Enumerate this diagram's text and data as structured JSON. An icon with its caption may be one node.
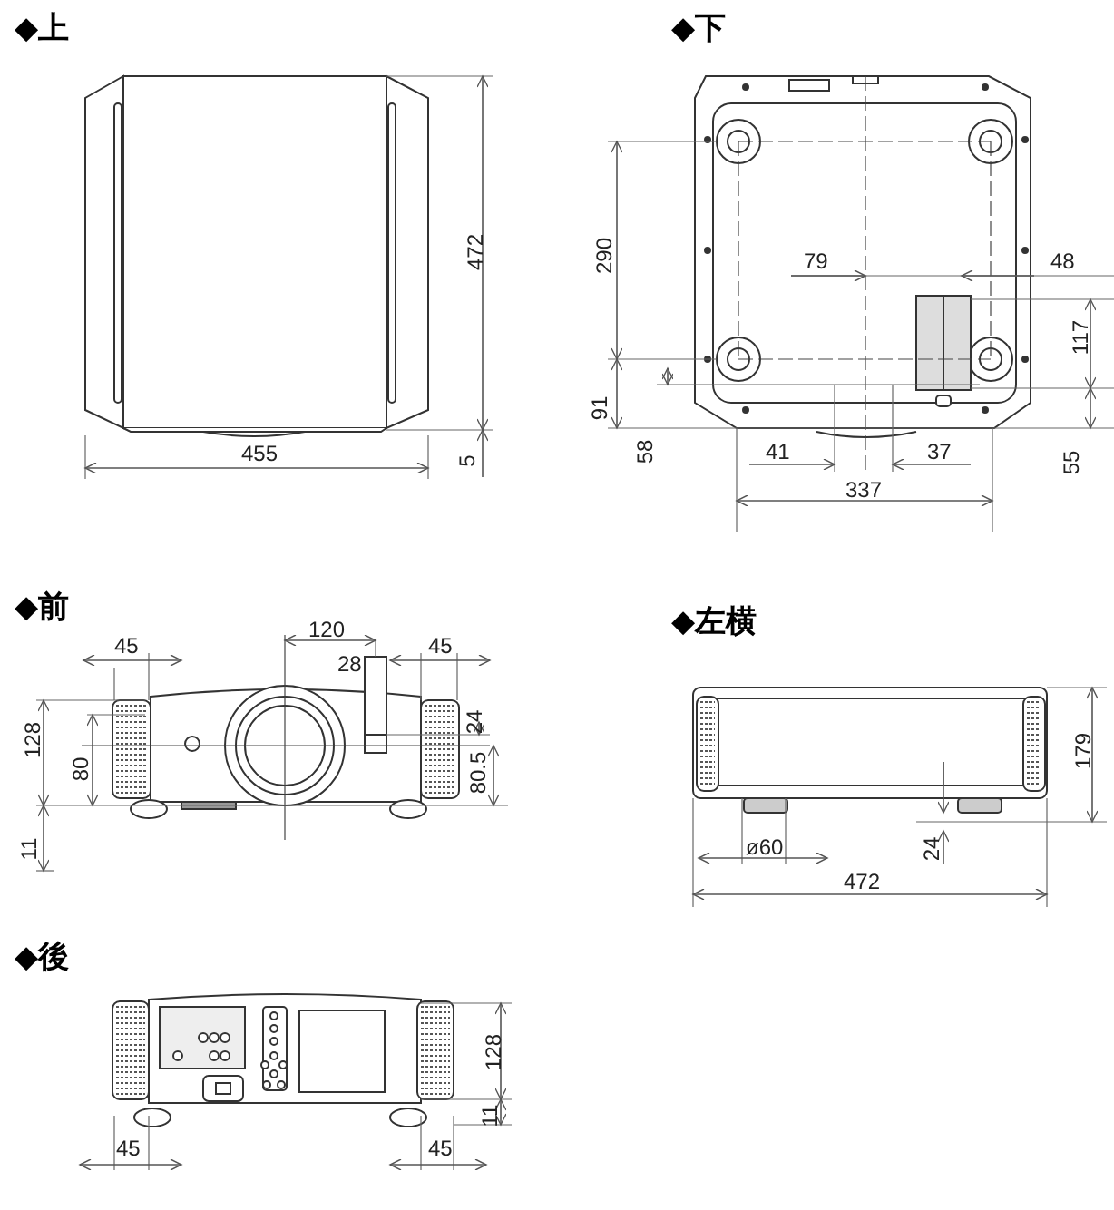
{
  "diagram": {
    "labels": [
      "◆上",
      "472",
      "455",
      "5",
      "◆下",
      "290",
      "79",
      "48",
      "117",
      "91",
      "58",
      "41",
      "37",
      "55",
      "337",
      "◆前",
      "120",
      "45",
      "45",
      "28",
      "24",
      "128",
      "80",
      "80.5",
      "11",
      "◆左横",
      "179",
      "ø60",
      "24",
      "472",
      "◆後",
      "128",
      "45",
      "11",
      "45"
    ]
  }
}
